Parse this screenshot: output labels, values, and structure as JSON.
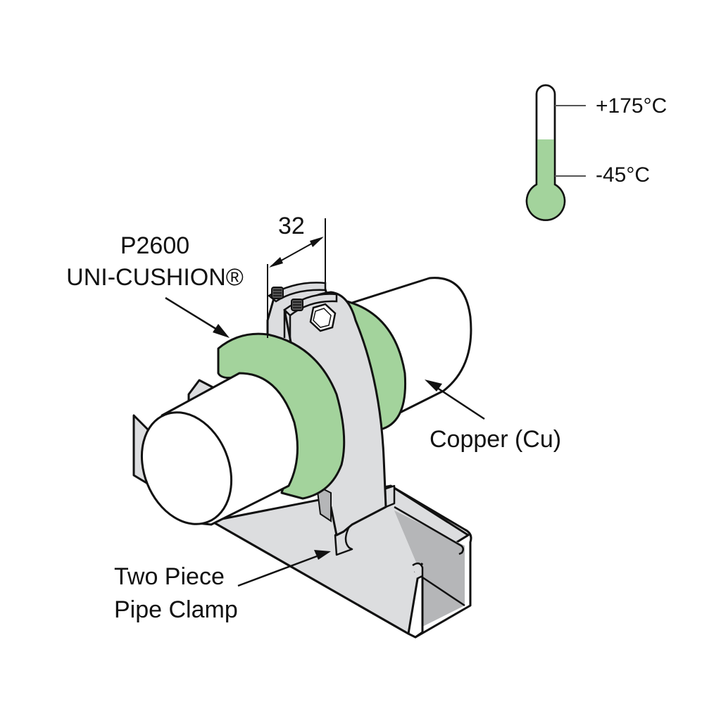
{
  "labels": {
    "product_code": "P2600",
    "product_name": "UNI-CUSHION®",
    "dimension": "32",
    "pipe_material": "Copper (Cu)",
    "clamp_line1": "Two Piece",
    "clamp_line2": "Pipe Clamp"
  },
  "thermometer": {
    "max_label": "+175°C",
    "min_label": "-45°C",
    "max_value_c": 175,
    "min_value_c": -45,
    "fill_level_fraction": 0.5
  },
  "colors": {
    "cushion_green": "#a3d39c",
    "metal_light": "#dcdddf",
    "metal_shadow": "#b5b6b8",
    "outline": "#111111",
    "pipe_white": "#ffffff"
  }
}
